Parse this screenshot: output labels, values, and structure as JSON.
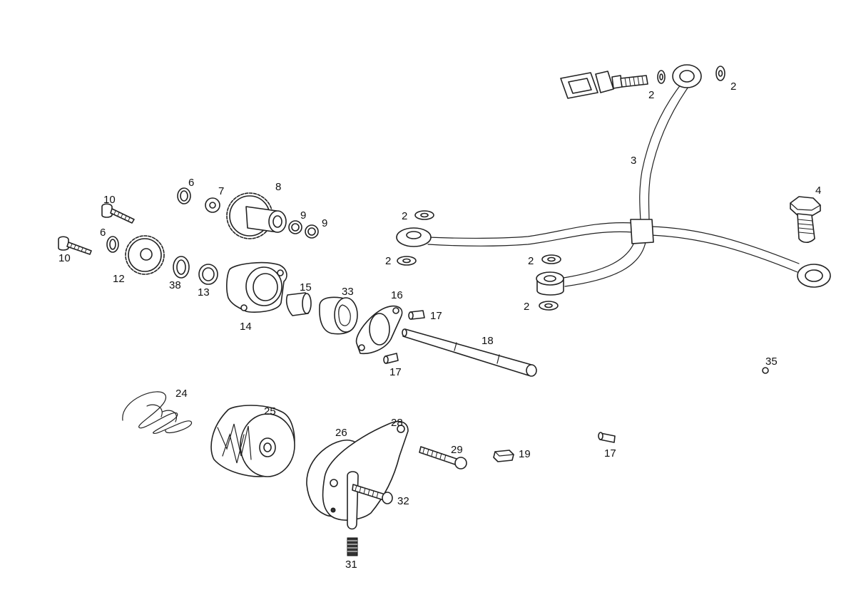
{
  "diagram": {
    "background": "#ffffff",
    "line_color": "#222222",
    "callouts": [
      "2",
      "2",
      "3",
      "4",
      "2",
      "2",
      "2",
      "2",
      "6",
      "7",
      "8",
      "9",
      "9",
      "10",
      "6",
      "10",
      "12",
      "38",
      "13",
      "14",
      "15",
      "33",
      "16",
      "17",
      "18",
      "17",
      "35",
      "24",
      "25",
      "26",
      "28",
      "29",
      "19",
      "17",
      "32",
      "31"
    ]
  }
}
